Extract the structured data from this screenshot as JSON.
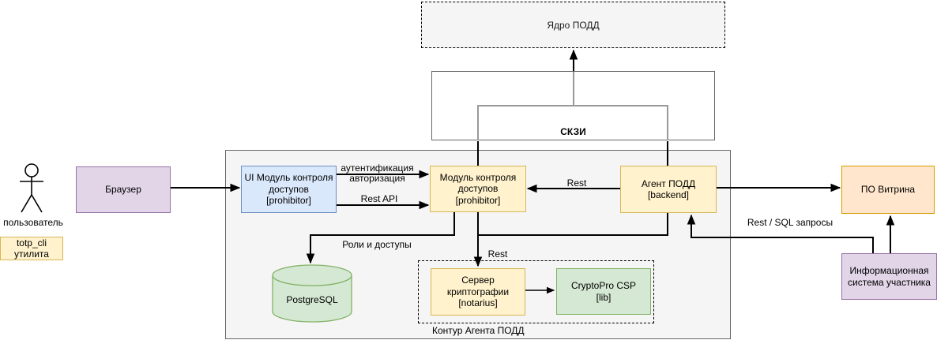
{
  "diagram": {
    "actor": {
      "label": "пользователь"
    },
    "nodes": {
      "totp": {
        "label": "totp_cli\nутилита"
      },
      "browser": {
        "label": "Браузер"
      },
      "yadro": {
        "label": "Ядро ПОДД"
      },
      "skzi": {
        "label": "СКЗИ"
      },
      "ui_module": {
        "label": "UI Модуль контроля\nдоступов\n[prohibitor]"
      },
      "access_module": {
        "label": "Модуль контроля\nдоступов\n[prohibitor]"
      },
      "agent": {
        "label": "Агент ПОДД\n[backend]"
      },
      "vitrina": {
        "label": "ПО Витрина"
      },
      "postgres": {
        "label": "PostgreSQL"
      },
      "crypto_server": {
        "label": "Сервер\nкриптографии\n[notarius]"
      },
      "cryptopro": {
        "label": "CryptoPro CSP\n[lib]"
      },
      "info_system": {
        "label": "Информационная\nсистема участника"
      },
      "kontur": {
        "label": "Контур Агента ПОДД"
      }
    },
    "edges": {
      "auth": "аутентификация\nавторизация",
      "rest_api": "Rest API",
      "rest_agent": "Rest",
      "roles": "Роли и доступы",
      "rest_crypto": "Rest",
      "rest_sql": "Rest / SQL запросы"
    },
    "palette": {
      "blue_fill": "#dae8fc",
      "blue_stroke": "#6c8ebf",
      "yellow_fill": "#fff2cc",
      "yellow_stroke": "#d6b656",
      "green_fill": "#d5e8d4",
      "green_stroke": "#82b366",
      "purple_fill": "#e1d5e7",
      "purple_stroke": "#9673a6",
      "orange_fill": "#ffe6cc",
      "orange_stroke": "#d79b00",
      "container_fill": "#f5f5f5",
      "container_stroke": "#666666",
      "inner_frame_stroke": "#999999",
      "edge_stroke": "#000000"
    }
  }
}
